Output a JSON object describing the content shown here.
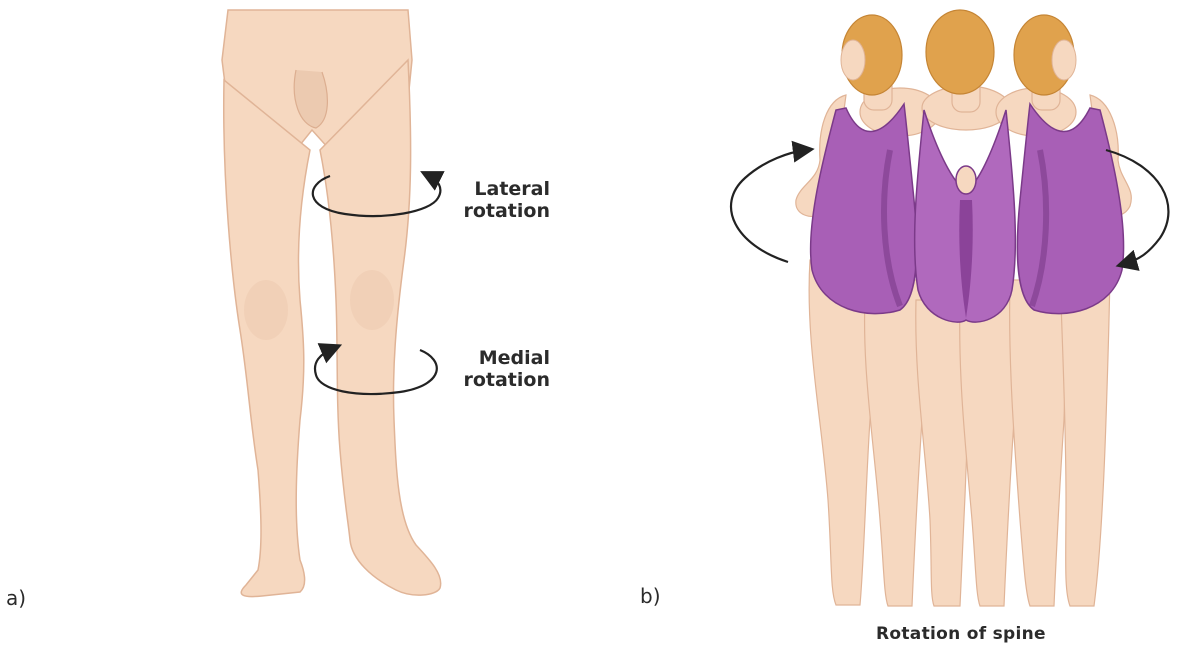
{
  "panel_a": {
    "letter": "a)",
    "lateral_line1": "Lateral",
    "lateral_line2": "rotation",
    "medial_line1": "Medial",
    "medial_line2": "rotation"
  },
  "panel_b": {
    "letter": "b)",
    "caption": "Rotation of spine"
  },
  "colors": {
    "skin": "#f6d8c0",
    "skin_shadow": "#e4b99d",
    "hair": "#e0a24d",
    "swimsuit": "#a85fb6",
    "swimsuit_dark": "#7b3a89",
    "arrow": "#222222"
  }
}
